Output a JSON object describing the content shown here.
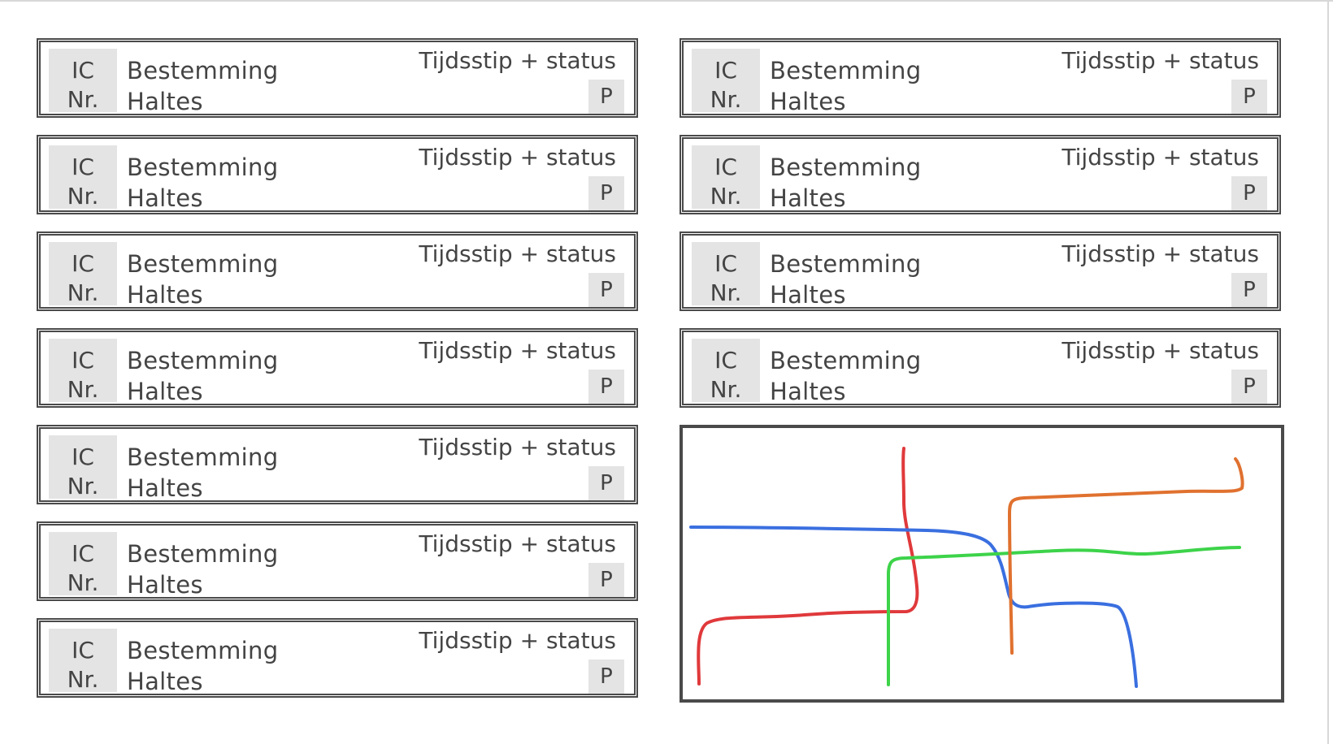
{
  "departures_left": [
    {
      "ic": "IC",
      "nr": "Nr.",
      "destination": "Bestemming",
      "stops": "Haltes",
      "time_status": "Tijdsstip + status",
      "platform": "P"
    },
    {
      "ic": "IC",
      "nr": "Nr.",
      "destination": "Bestemming",
      "stops": "Haltes",
      "time_status": "Tijdsstip + status",
      "platform": "P"
    },
    {
      "ic": "IC",
      "nr": "Nr.",
      "destination": "Bestemming",
      "stops": "Haltes",
      "time_status": "Tijdsstip + status",
      "platform": "P"
    },
    {
      "ic": "IC",
      "nr": "Nr.",
      "destination": "Bestemming",
      "stops": "Haltes",
      "time_status": "Tijdsstip + status",
      "platform": "P"
    },
    {
      "ic": "IC",
      "nr": "Nr.",
      "destination": "Bestemming",
      "stops": "Haltes",
      "time_status": "Tijdsstip + status",
      "platform": "P"
    },
    {
      "ic": "IC",
      "nr": "Nr.",
      "destination": "Bestemming",
      "stops": "Haltes",
      "time_status": "Tijdsstip + status",
      "platform": "P"
    },
    {
      "ic": "IC",
      "nr": "Nr.",
      "destination": "Bestemming",
      "stops": "Haltes",
      "time_status": "Tijdsstip + status",
      "platform": "P"
    }
  ],
  "departures_right": [
    {
      "ic": "IC",
      "nr": "Nr.",
      "destination": "Bestemming",
      "stops": "Haltes",
      "time_status": "Tijdsstip + status",
      "platform": "P"
    },
    {
      "ic": "IC",
      "nr": "Nr.",
      "destination": "Bestemming",
      "stops": "Haltes",
      "time_status": "Tijdsstip + status",
      "platform": "P"
    },
    {
      "ic": "IC",
      "nr": "Nr.",
      "destination": "Bestemming",
      "stops": "Haltes",
      "time_status": "Tijdsstip + status",
      "platform": "P"
    },
    {
      "ic": "IC",
      "nr": "Nr.",
      "destination": "Bestemming",
      "stops": "Haltes",
      "time_status": "Tijdsstip + status",
      "platform": "P"
    }
  ],
  "route_map": {
    "lines": [
      {
        "color": "#e0393b"
      },
      {
        "color": "#3a6fe0"
      },
      {
        "color": "#3dd34a"
      },
      {
        "color": "#e0712f"
      }
    ]
  }
}
